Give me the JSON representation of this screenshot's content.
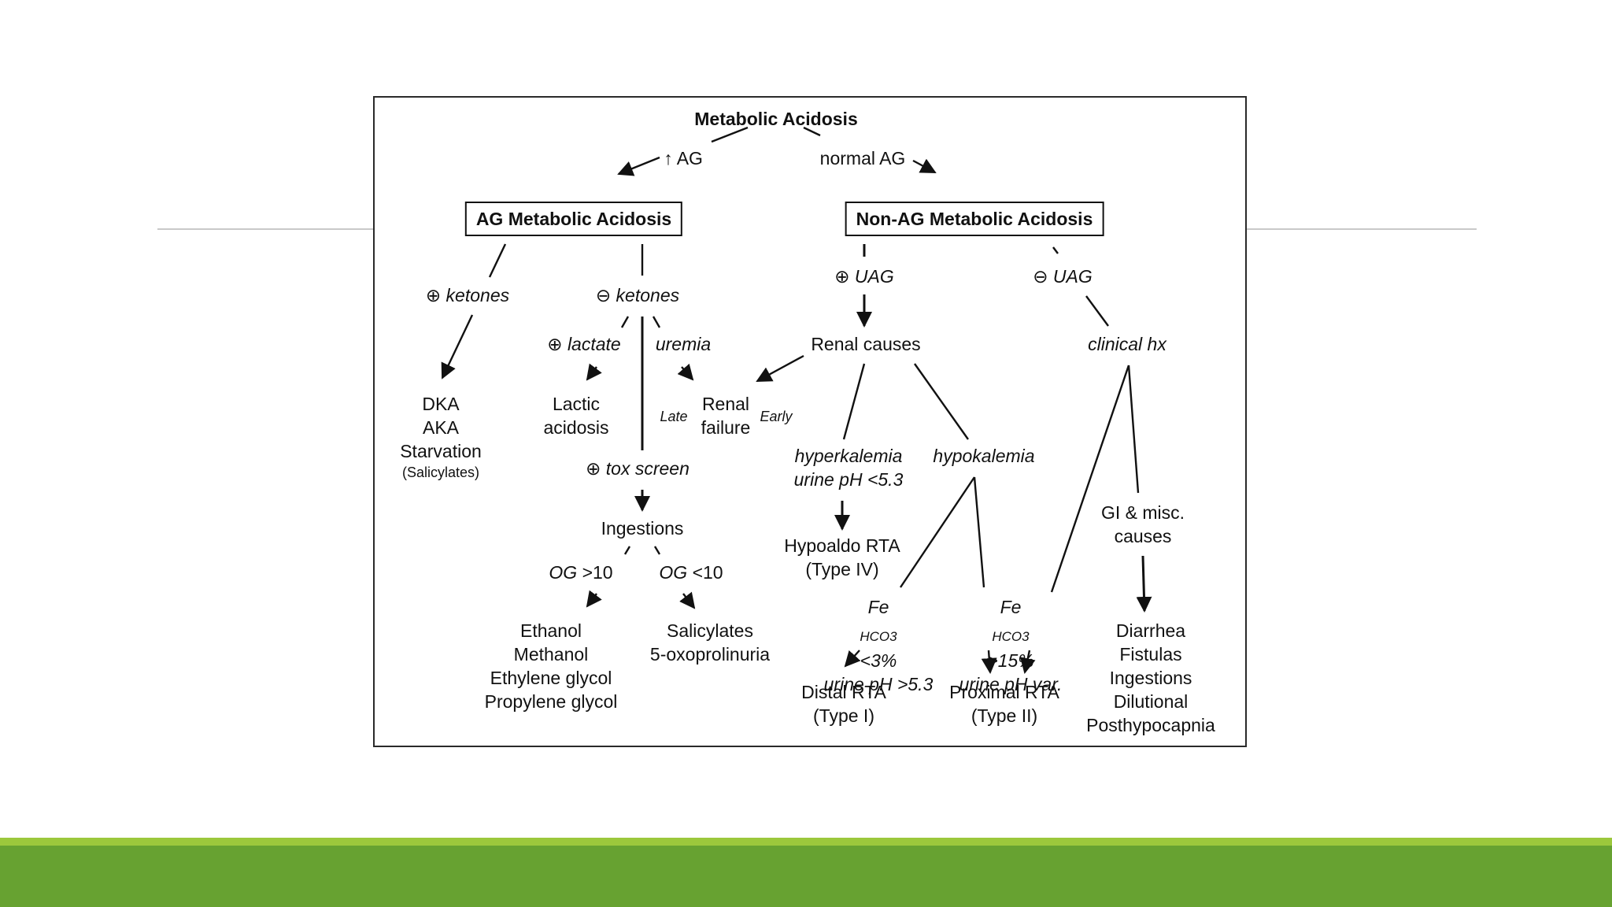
{
  "theme": {
    "bar_light": "#9cc83c",
    "bar_dark": "#67a231",
    "rule": "#c9c9c9",
    "ink": "#111111"
  },
  "diagram": {
    "title": "Metabolic Acidosis",
    "high_ag_edge": "↑ AG",
    "normal_ag_edge": "normal AG",
    "ag_box": "AG Metabolic Acidosis",
    "nonag_box": "Non-AG Metabolic Acidosis",
    "pos_ketones": "⊕ ketones",
    "neg_ketones": "⊖ ketones",
    "ketoacidosis": {
      "l1": "DKA",
      "l2": "AKA",
      "l3": "Starvation",
      "l4": "(Salicylates)"
    },
    "pos_lactate": "⊕ lactate",
    "uremia": "uremia",
    "lactic": {
      "l1": "Lactic",
      "l2": "acidosis"
    },
    "renal_failure": {
      "l1": "Renal",
      "l2": "failure"
    },
    "late": "Late",
    "early": "Early",
    "tox_screen": "⊕ tox screen",
    "ingestions": "Ingestions",
    "og_high": {
      "og": "OG",
      "rest": " >10"
    },
    "og_low": {
      "og": "OG",
      "rest": " <10"
    },
    "alcohols": {
      "l1": "Ethanol",
      "l2": "Methanol",
      "l3": "Ethylene glycol",
      "l4": "Propylene glycol"
    },
    "salicylates": {
      "l1": "Salicylates",
      "l2": "5-oxoprolinuria"
    },
    "pos_uag": "⊕ UAG",
    "neg_uag": "⊖ UAG",
    "renal_causes": "Renal causes",
    "clinical_hx": "clinical hx",
    "hyperkalemia": {
      "l1": "hyperkalemia",
      "l2": "urine pH <5.3"
    },
    "hypokalemia": "hypokalemia",
    "hypoaldo": {
      "l1": "Hypoaldo RTA",
      "l2": "(Type IV)"
    },
    "gi_causes": {
      "l1": "GI & misc.",
      "l2": "causes"
    },
    "fe_low": {
      "fe": "Fe",
      "sub": "HCO3",
      "rest": " <3%",
      "l2": "urine pH >5.3"
    },
    "fe_high": {
      "fe": "Fe",
      "sub": "HCO3",
      "rest": " >15%",
      "l2": "urine pH var."
    },
    "distal": {
      "l1": "Distal RTA",
      "l2": "(Type I)"
    },
    "proximal": {
      "l1": "Proximal RTA",
      "l2": "(Type II)"
    },
    "gi_list": {
      "l1": "Diarrhea",
      "l2": "Fistulas",
      "l3": "Ingestions",
      "l4": "Dilutional",
      "l5": "Posthypocapnia"
    }
  }
}
